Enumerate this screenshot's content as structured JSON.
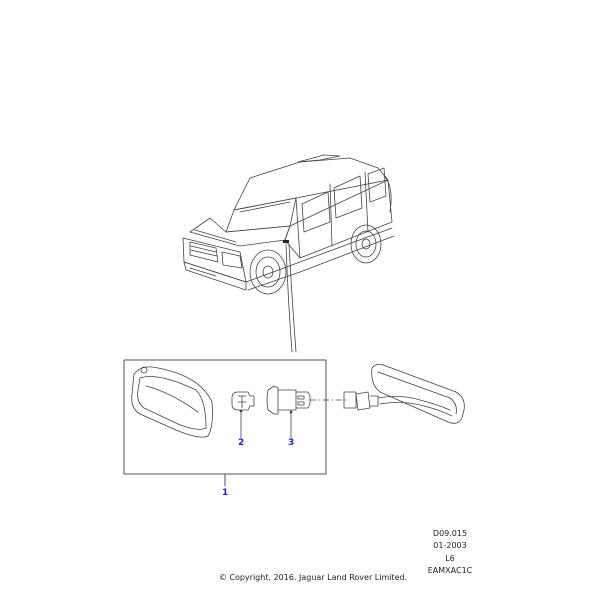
{
  "diagram": {
    "type": "exploded parts illustration",
    "subject": "Side repeater lamp assembly",
    "callouts": [
      {
        "number": "1",
        "part": "lamp assembly (boxed group)"
      },
      {
        "number": "2",
        "part": "bulb"
      },
      {
        "number": "3",
        "part": "bulb holder"
      }
    ]
  },
  "meta": {
    "ref": "D09.015",
    "date": "01-2003",
    "code": "L6",
    "illustration_id": "EAMXAC1C"
  },
  "copyright": "© Copyright, 2016. Jaguar Land Rover Limited."
}
